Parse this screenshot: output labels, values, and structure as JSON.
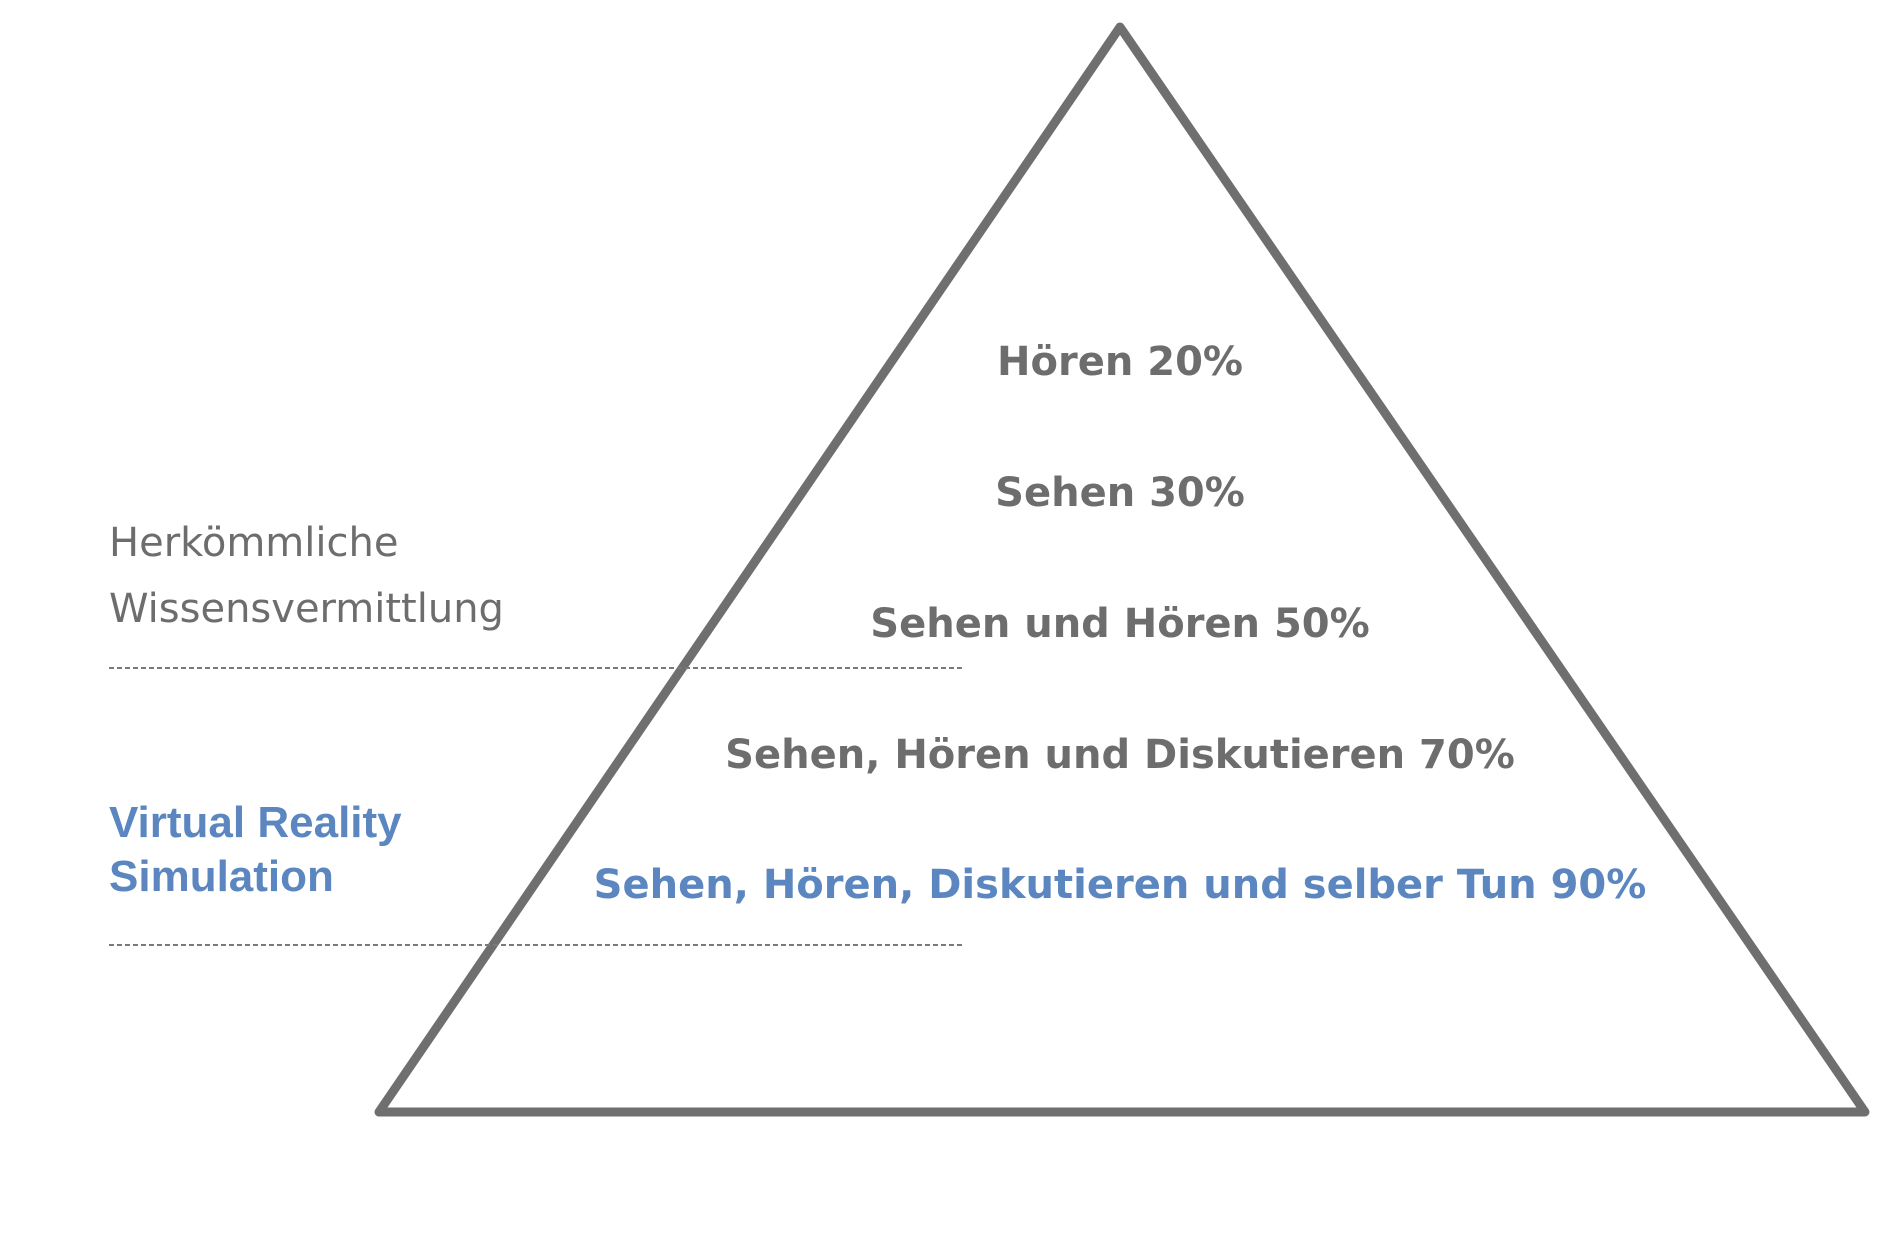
{
  "colors": {
    "outline": "#6f6f70",
    "text_gray": "#6d6d6e",
    "text_blue": "#5b86c0",
    "divider": "#7a7a7a",
    "background": "#ffffff"
  },
  "pyramid": {
    "levels": [
      {
        "label": "Hören 20%",
        "value": 20,
        "color": "gray"
      },
      {
        "label": "Sehen 30%",
        "value": 30,
        "color": "gray"
      },
      {
        "label": "Sehen und Hören 50%",
        "value": 50,
        "color": "gray"
      },
      {
        "label": "Sehen, Hören und Diskutieren 70%",
        "value": 70,
        "color": "gray"
      },
      {
        "label": "Sehen, Hören, Diskutieren und selber Tun 90%",
        "value": 90,
        "color": "blue"
      }
    ]
  },
  "side_labels": {
    "traditional": {
      "line1": "Herkömmliche",
      "line2": "Wissensvermittlung"
    },
    "vr": {
      "line1": "Virtual Reality",
      "line2": "Simulation"
    }
  }
}
